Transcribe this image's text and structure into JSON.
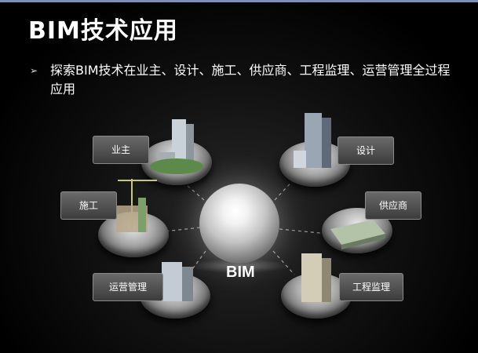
{
  "title": "BIM技术应用",
  "bullet": {
    "marker": "➢",
    "text": "探索BIM技术在业主、设计、施工、供应商、工程监理、运营管理全过程应用"
  },
  "center_label": "BIM",
  "nodes": [
    {
      "label": "业主"
    },
    {
      "label": "设计"
    },
    {
      "label": "施工"
    },
    {
      "label": "供应商"
    },
    {
      "label": "运营管理"
    },
    {
      "label": "工程监理"
    }
  ],
  "colors": {
    "background": "#000000",
    "text": "#ffffff",
    "top_line": "#7d8fb3",
    "label_box": "#555555"
  }
}
